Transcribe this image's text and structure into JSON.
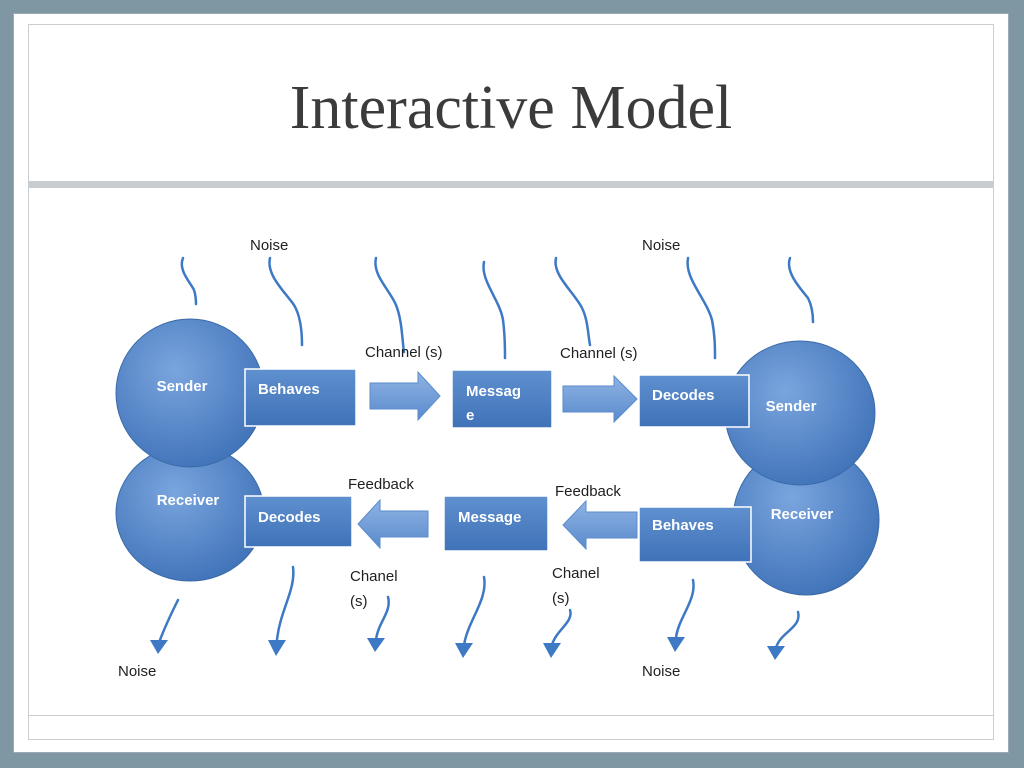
{
  "slide": {
    "title": "Interactive Model"
  },
  "diagram": {
    "noise_labels": [
      "Noise",
      "Noise",
      "Noise",
      "Noise"
    ],
    "channel_labels": [
      "Channel (s)",
      "Channel (s)"
    ],
    "feedback_labels": [
      "Feedback",
      "Feedback"
    ],
    "chanel_labels": [
      {
        "line1": "Chanel",
        "line2": "(s)"
      },
      {
        "line1": "Chanel",
        "line2": "(s)"
      }
    ],
    "circles": {
      "left_sender": "Sender",
      "left_receiver": "Receiver",
      "right_sender": "Sender",
      "right_receiver": "Receiver"
    },
    "boxes": {
      "top_behaves": "Behaves",
      "top_message": {
        "line1": "Messag",
        "line2": "e"
      },
      "top_decodes": "Decodes",
      "bottom_decodes": "Decodes",
      "bottom_message": "Message",
      "bottom_behaves": "Behaves"
    },
    "colors": {
      "node_fill": "#4f81bd",
      "node_light": "#6f9bd4",
      "arrow_fill": "#6e9bd6",
      "squiggle": "#3d79c4",
      "text_dark": "#1f1f1f"
    }
  }
}
